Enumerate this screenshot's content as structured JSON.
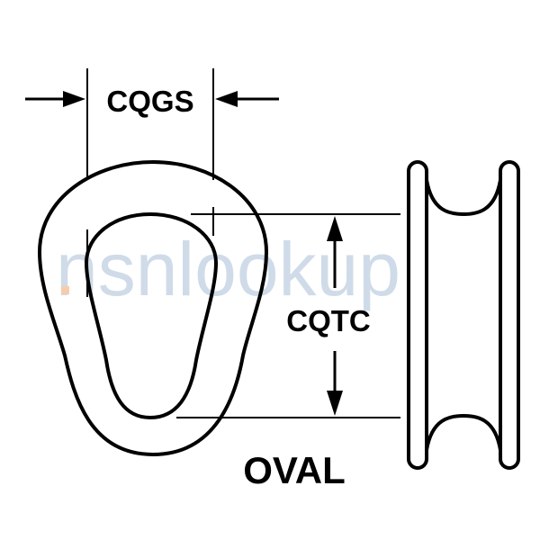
{
  "diagram": {
    "dimension_width_label": "CQGS",
    "dimension_height_label": "CQTC",
    "shape_label": "OVAL"
  },
  "watermark": {
    "text": "nsnlookup",
    "color": "#a9bfd6",
    "dot_color": "#f2a46b"
  },
  "colors": {
    "line": "#000000",
    "background": "#ffffff"
  }
}
